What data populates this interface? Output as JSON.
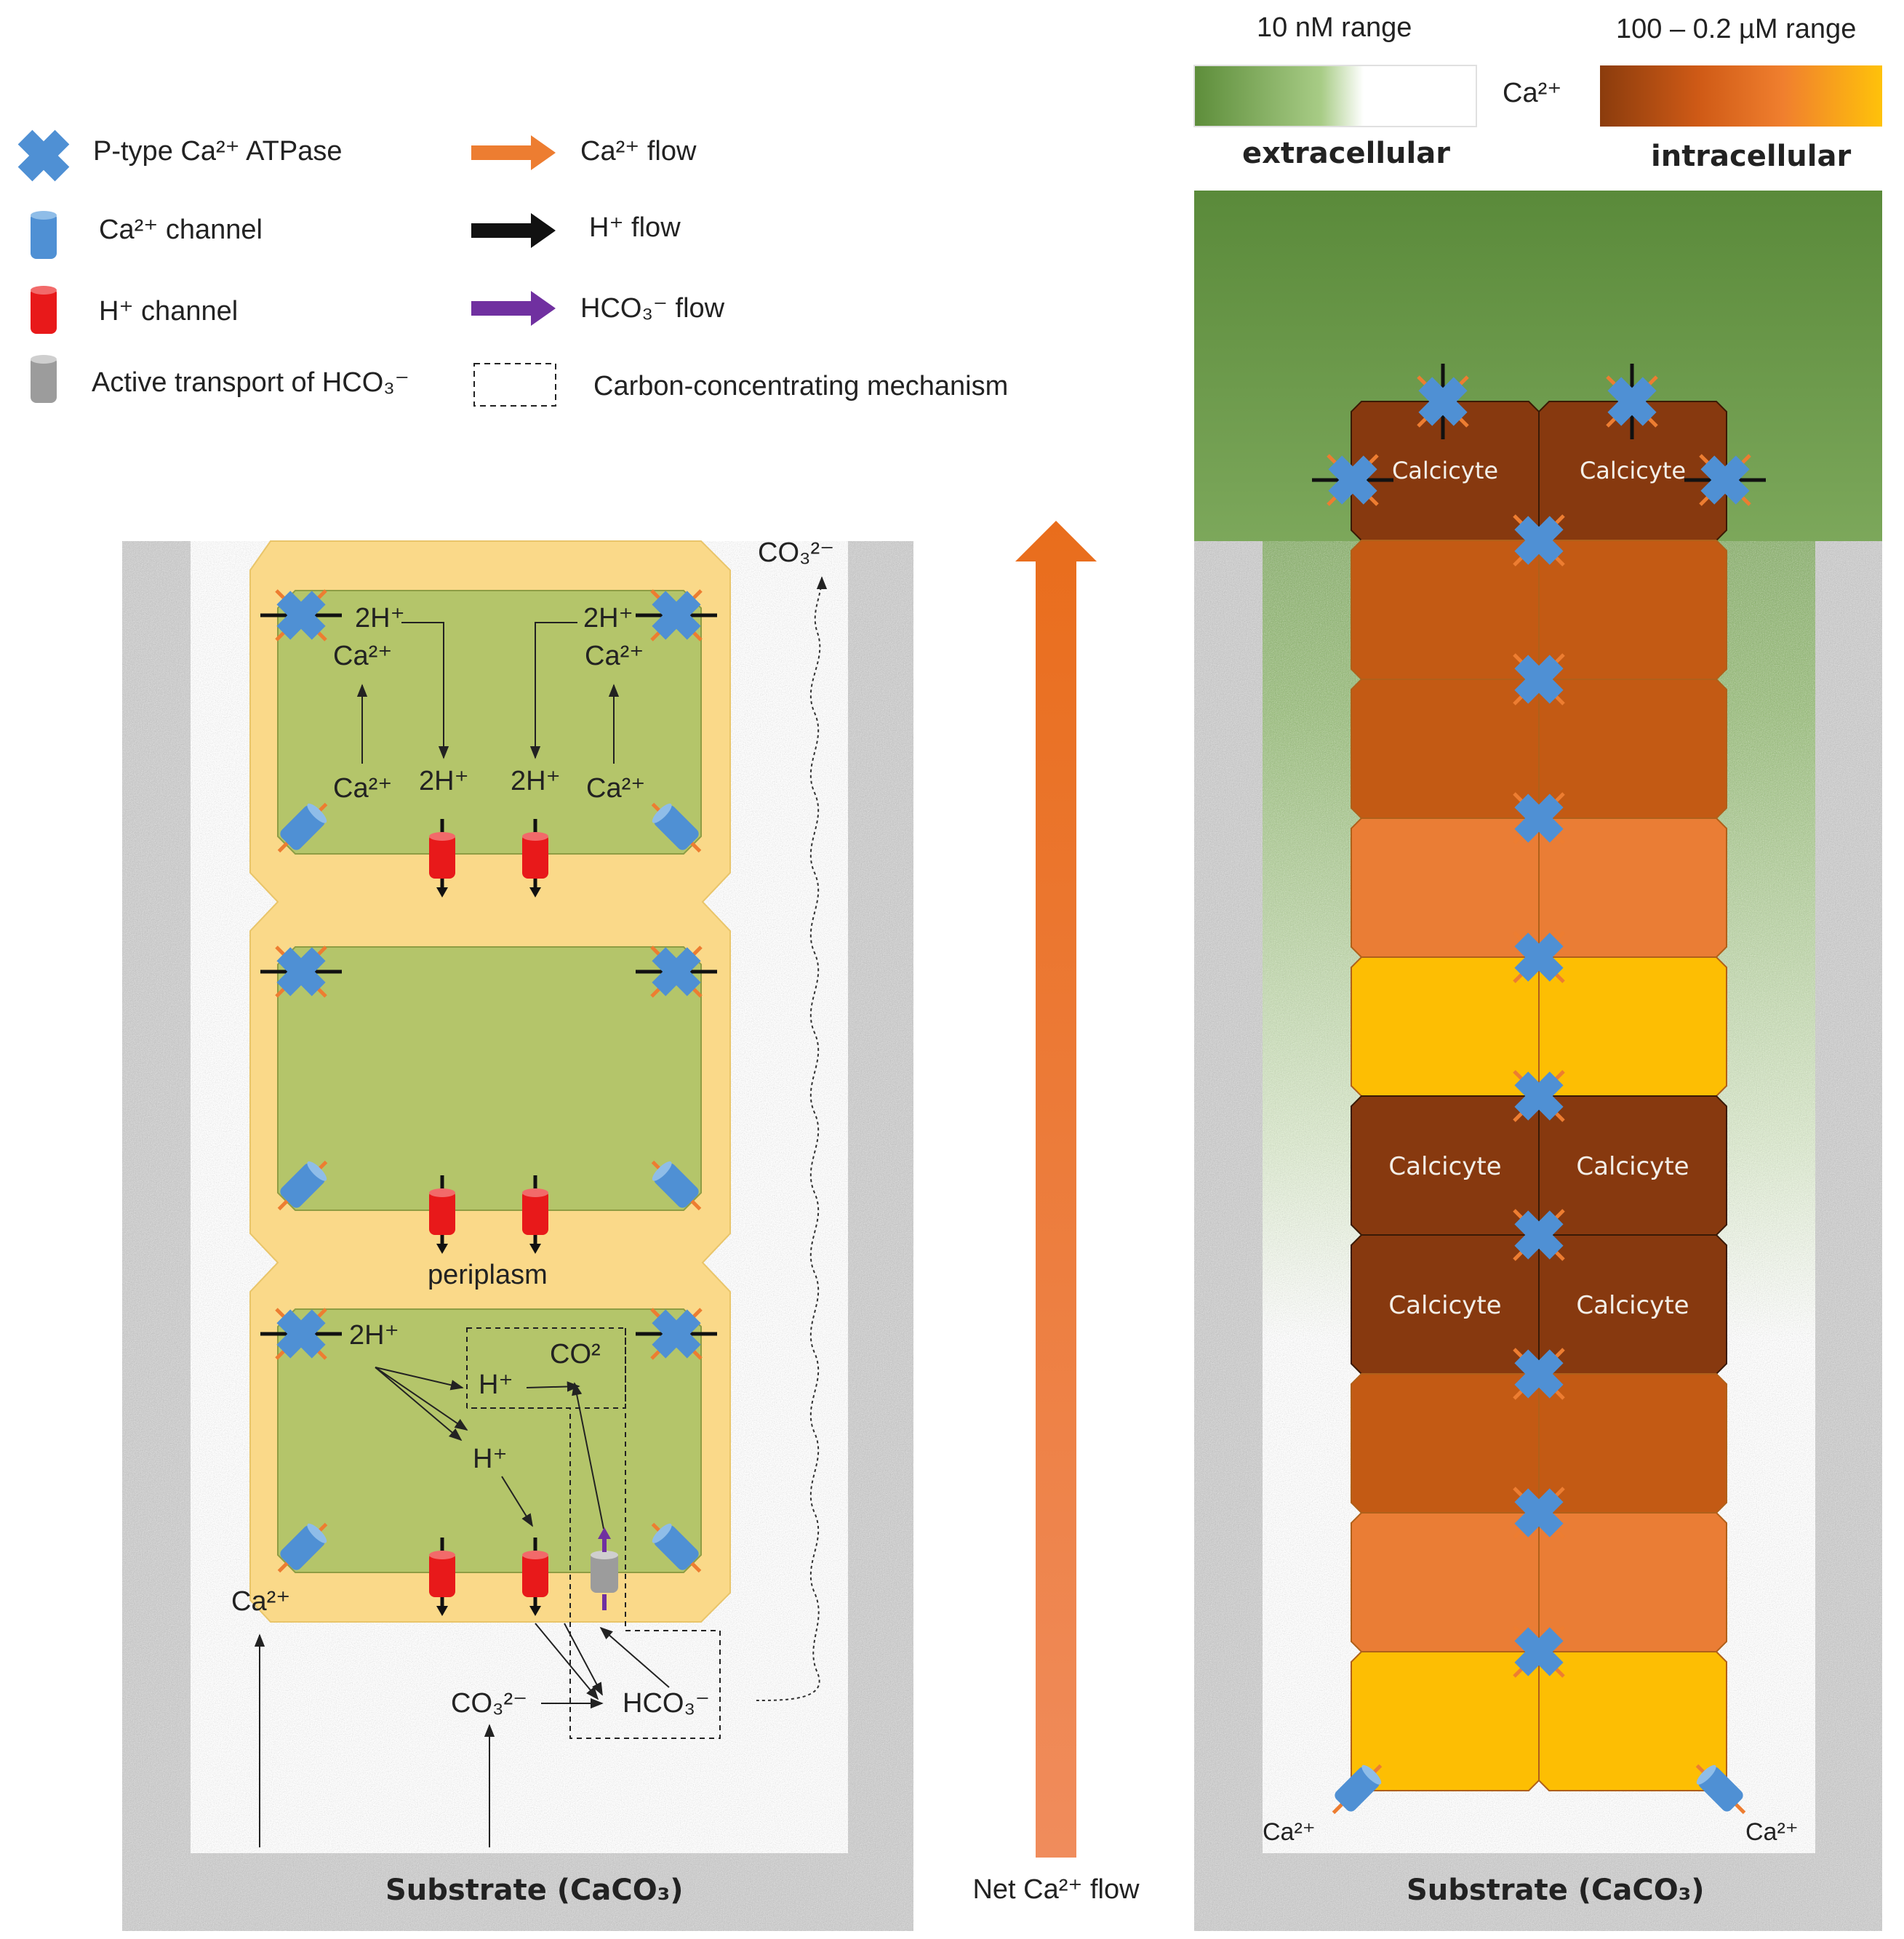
{
  "legend": {
    "atpase": "P-type Ca²⁺ ATPase",
    "ca_channel": "Ca²⁺ channel",
    "h_channel": "H⁺ channel",
    "hco3_transport": "Active transport of HCO₃⁻",
    "ca_flow": "Ca²⁺ flow",
    "h_flow": "H⁺ flow",
    "hco3_flow": "HCO₃⁻ flow",
    "ccm": "Carbon-concentrating mechanism"
  },
  "colorbar": {
    "extra_range": "10 nM range",
    "intra_range": "100 – 0.2 µM range",
    "ion": "Ca²⁺",
    "extra_label": "extracellular",
    "intra_label": "intracellular"
  },
  "left_panel": {
    "h2_tl": "2H⁺",
    "h2_tr": "2H⁺",
    "ca_tl": "Ca²⁺",
    "ca_tr": "Ca²⁺",
    "ca_ml": "Ca²⁺",
    "ca_mr": "Ca²⁺",
    "h2_ml": "2H⁺",
    "h2_mr": "2H⁺",
    "periplasm": "periplasm",
    "h2_bottom": "2H⁺",
    "co2": "CO²",
    "h_ccm": "H⁺",
    "h_mid": "H⁺",
    "ca_bottom": "Ca²⁺",
    "co3_bottom": "CO₃²⁻",
    "hco3_bottom": "HCO₃⁻",
    "co3_top": "CO₃²⁻",
    "substrate": "Substrate (CaCO₃)"
  },
  "net_flow": "Net Ca²⁺ flow",
  "right_panel": {
    "calcicyte": "Calcicyte",
    "ca_bl": "Ca²⁺",
    "ca_br": "Ca²⁺",
    "substrate": "Substrate (CaCO₃)"
  },
  "colors": {
    "atpase": "#4f90d4",
    "h_channel": "#e8191a",
    "cell_green": "#b4c56a",
    "periplasm": "#fad989",
    "brown_dark": "#87390f",
    "brown_mid": "#c35a14",
    "orange_light": "#ea7d35",
    "gold": "#fdbe03",
    "flow_orange": "#ed7d31",
    "flow_purple": "#7030a0"
  },
  "right_cell_rows": [
    "dark",
    "mid",
    "mid",
    "light",
    "gold",
    "dark",
    "dark",
    "mid",
    "light",
    "gold"
  ]
}
